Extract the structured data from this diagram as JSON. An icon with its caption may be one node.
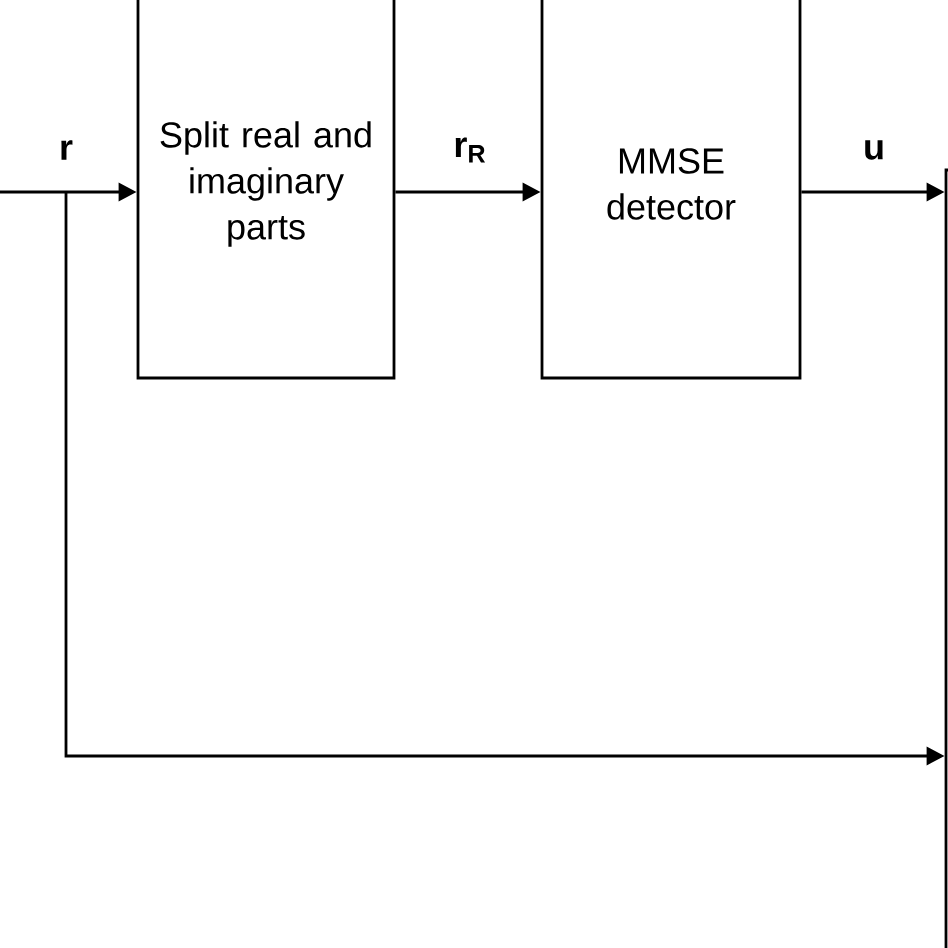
{
  "diagram": {
    "nodes": [
      {
        "text": [
          "Split real and imaginary parts"
        ]
      },
      {
        "text": [
          "MMSE detector"
        ]
      },
      {
        "text": [],
        "shape": "box"
      }
    ],
    "edges": [
      {
        "from": null,
        "to": 0,
        "arrow": "to",
        "label": "r"
      },
      {
        "from": 0,
        "to": 1,
        "arrow": "to",
        "label": "**r**$_{R}$"
      },
      {
        "from": 1,
        "to": 2,
        "arrow": "to",
        "label": "u"
      },
      {
        "from": null,
        "to": 2,
        "arrow": "to"
      }
    ]
  }
}
